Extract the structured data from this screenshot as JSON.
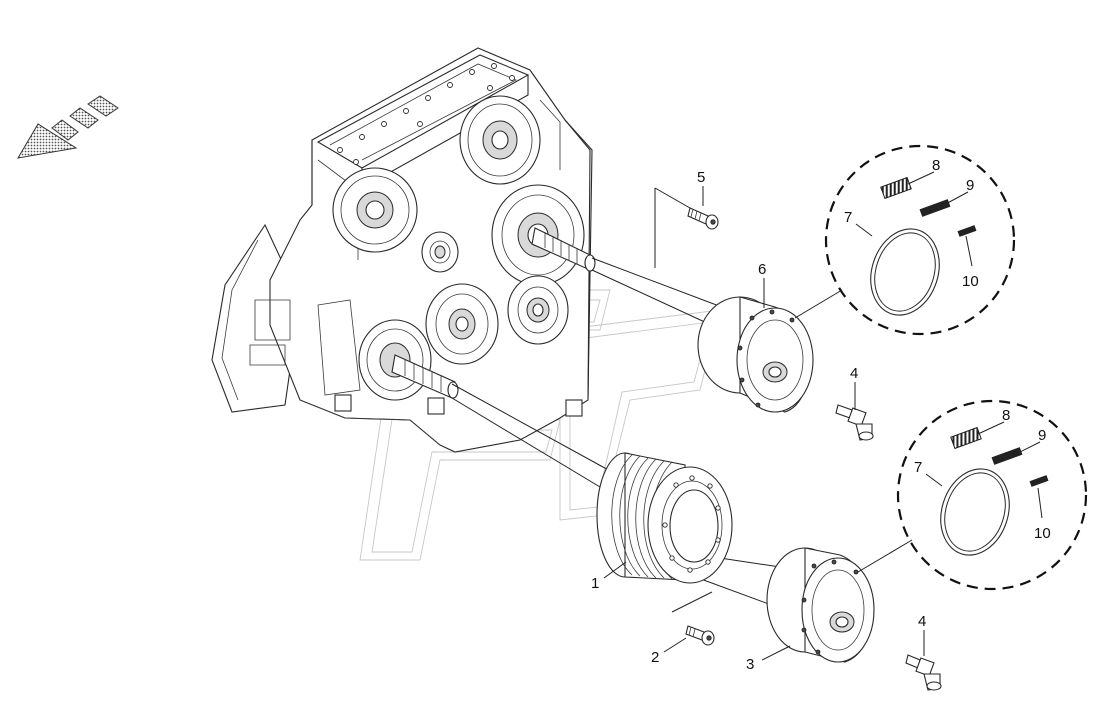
{
  "diagram": {
    "callouts": [
      {
        "id": "1",
        "label": "1"
      },
      {
        "id": "2",
        "label": "2"
      },
      {
        "id": "3",
        "label": "3"
      },
      {
        "id": "4a",
        "label": "4"
      },
      {
        "id": "4b",
        "label": "4"
      },
      {
        "id": "5",
        "label": "5"
      },
      {
        "id": "6",
        "label": "6"
      },
      {
        "id": "7a",
        "label": "7"
      },
      {
        "id": "8a",
        "label": "8"
      },
      {
        "id": "9a",
        "label": "9"
      },
      {
        "id": "10a",
        "label": "10"
      },
      {
        "id": "7b",
        "label": "7"
      },
      {
        "id": "8b",
        "label": "8"
      },
      {
        "id": "9b",
        "label": "9"
      },
      {
        "id": "10b",
        "label": "10"
      }
    ],
    "colors": {
      "line": "#2a2a2a",
      "shade": "#d9d9d9",
      "watermark": "#9a9a9a"
    }
  }
}
